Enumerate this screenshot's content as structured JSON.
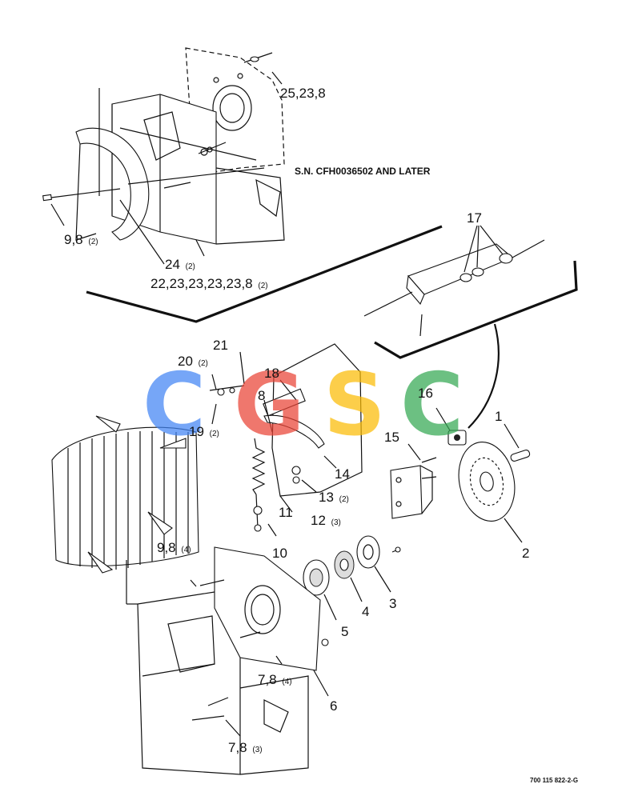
{
  "diagram": {
    "note": "S.N. CFH0036502 AND LATER",
    "document_number": "700 115 822-2-G",
    "watermark": {
      "letters": [
        "C",
        "G",
        "S",
        "C"
      ],
      "colors": [
        "#4285f4",
        "#ea4335",
        "#fbbc05",
        "#34a853"
      ]
    },
    "callouts": {
      "c1": "1",
      "c2": "2",
      "c3": "3",
      "c4": "4",
      "c5": "5",
      "c6": "6",
      "c7_8_4": "7,8",
      "c7_8_4_qty": "(4)",
      "c7_8_3": "7,8",
      "c7_8_3_qty": "(3)",
      "c8": "8",
      "c9_8_4": "9,8",
      "c9_8_4_qty": "(4)",
      "c9_8_2": "9,8",
      "c9_8_2_qty": "(2)",
      "c10": "10",
      "c11": "11",
      "c12": "12",
      "c12_qty": "(3)",
      "c13": "13",
      "c13_qty": "(2)",
      "c14": "14",
      "c15": "15",
      "c16": "16",
      "c17": "17",
      "c18": "18",
      "c19": "19",
      "c19_qty": "(2)",
      "c20": "20",
      "c20_qty": "(2)",
      "c21": "21",
      "c22": "22,23,23,23,23,8",
      "c22_qty": "(2)",
      "c24": "24",
      "c24_qty": "(2)",
      "c25": "25,23,8"
    }
  }
}
